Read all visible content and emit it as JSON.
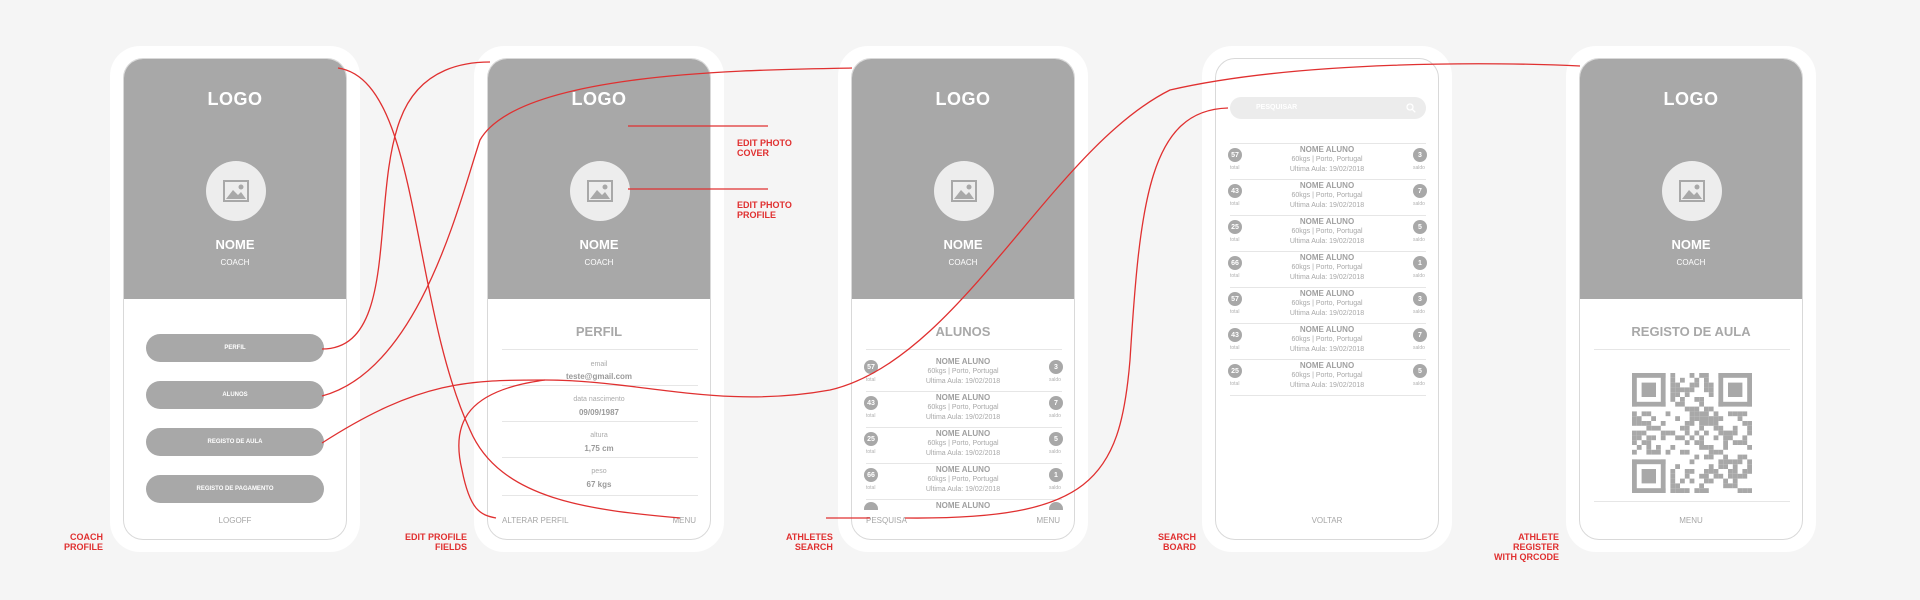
{
  "accent_red": "#e03030",
  "cover_gray": "#a8a8a8",
  "screens": {
    "coach": {
      "logo": "LOGO",
      "name": "NOME",
      "role": "COACH",
      "buttons": [
        "PERFIL",
        "ALUNOS",
        "REGISTO DE AULA",
        "REGISTO DE PAGAMENTO"
      ],
      "footer": "LOGOFF"
    },
    "profile": {
      "logo": "LOGO",
      "name": "NOME",
      "role": "COACH",
      "title": "PERFIL",
      "fields": [
        {
          "label": "email",
          "value": "teste@gmail.com"
        },
        {
          "label": "data nascimento",
          "value": "09/09/1987"
        },
        {
          "label": "altura",
          "value": "1,75 cm"
        },
        {
          "label": "peso",
          "value": "67 kgs"
        }
      ],
      "footer_left": "ALTERAR PERFIL",
      "footer_right": "MENU"
    },
    "athletes": {
      "logo": "LOGO",
      "name": "NOME",
      "role": "COACH",
      "title": "ALUNOS",
      "rows": [
        {
          "total": "57",
          "saldo": "3"
        },
        {
          "total": "43",
          "saldo": "7"
        },
        {
          "total": "25",
          "saldo": "5"
        },
        {
          "total": "66",
          "saldo": "1"
        }
      ],
      "partial_row_name": "NOME ALUNO",
      "footer_left": "PESQUISA",
      "footer_right": "MENU"
    },
    "search": {
      "placeholder": "PESQUISAR",
      "rows": [
        {
          "total": "57",
          "saldo": "3"
        },
        {
          "total": "43",
          "saldo": "7"
        },
        {
          "total": "25",
          "saldo": "5"
        },
        {
          "total": "66",
          "saldo": "1"
        },
        {
          "total": "57",
          "saldo": "3"
        },
        {
          "total": "43",
          "saldo": "7"
        },
        {
          "total": "25",
          "saldo": "5"
        }
      ],
      "footer": "VOLTAR"
    },
    "register": {
      "logo": "LOGO",
      "name": "NOME",
      "role": "COACH",
      "title": "REGISTO DE AULA",
      "footer": "MENU"
    }
  },
  "row_template": {
    "name": "NOME ALUNO",
    "line1": "60kgs | Porto, Portugal",
    "line2": "Ultima Aula: 19/02/2018",
    "total_label": "total",
    "saldo_label": "saldo"
  },
  "annotations": {
    "coach_profile": [
      "COACH",
      "PROFILE"
    ],
    "edit_profile_fields": [
      "EDIT PROFILE",
      "FIELDS"
    ],
    "athletes_search": [
      "ATHLETES",
      "SEARCH"
    ],
    "search_board": [
      "SEARCH",
      "BOARD"
    ],
    "athlete_register": [
      "ATHLETE",
      "REGISTER",
      "WITH QRCODE"
    ],
    "edit_photo_cover": [
      "EDIT PHOTO",
      "COVER"
    ],
    "edit_photo_profile": [
      "EDIT PHOTO",
      "PROFILE"
    ]
  }
}
